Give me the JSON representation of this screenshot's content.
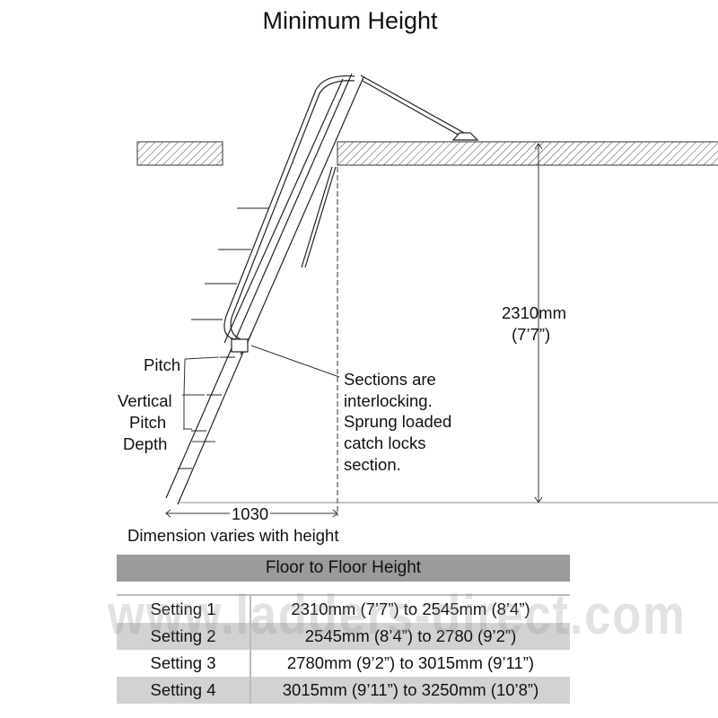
{
  "title": "Minimum Height",
  "diagram": {
    "height_dimension": {
      "metric": "2310mm",
      "imperial": "(7’7”)"
    },
    "width_dimension": "1030",
    "width_note": "Dimension varies with height",
    "labels": {
      "pitch": "Pitch",
      "vertical": "Vertical",
      "vertical_pitch": "Pitch",
      "depth": "Depth"
    },
    "callout": [
      "Sections are",
      "interlocking.",
      "Sprung loaded",
      "catch locks",
      "section."
    ]
  },
  "table": {
    "header": "Floor to Floor Height",
    "rows": [
      {
        "setting": "Setting 1",
        "range": "2310mm (7’7”) to 2545mm (8’4”)"
      },
      {
        "setting": "Setting 2",
        "range": "2545mm (8’4”) to 2780 (9’2”)"
      },
      {
        "setting": "Setting 3",
        "range": "2780mm (9’2”) to 3015mm (9’11”)"
      },
      {
        "setting": "Setting 4",
        "range": "3015mm (9’11”) to 3250mm (10’8”)"
      }
    ]
  },
  "watermark": "www.ladders-direct.com"
}
